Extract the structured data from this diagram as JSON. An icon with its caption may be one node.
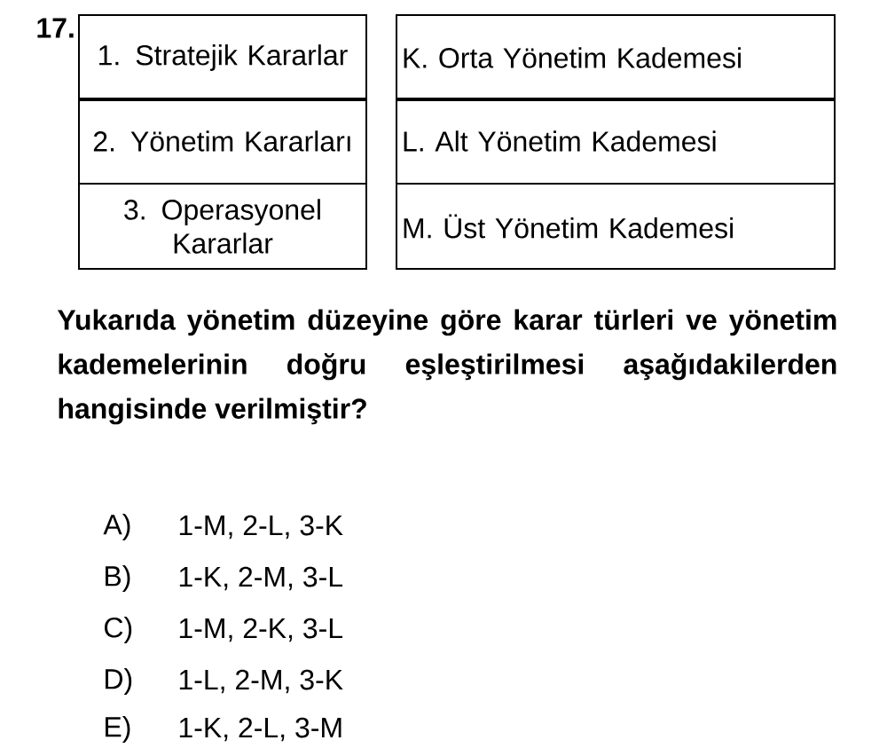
{
  "diagram": {
    "nodes": [
      {
        "text": [
          "1. Stratejik Kararlar"
        ]
      },
      {
        "text": [
          "2. Yönetim Kararları"
        ]
      },
      {
        "text": [
          "3. Operasyonel Kararlar"
        ]
      },
      {
        "text": [
          "K. Orta Yönetim Kademesi"
        ]
      },
      {
        "text": [
          "L. Alt Yönetim Kademesi"
        ]
      },
      {
        "text": [
          "M. Üst Yönetim Kademesi"
        ]
      }
    ],
    "labels": [
      "17.",
      "Yukarıda yönetim düzeyine göre karar türleri ve yönetim kademelerinin doğru eşleştirilmesi aşağıdakilerden hangisinde verilmiştir?",
      "A)",
      "1-M, 2-L, 3-K",
      "B)",
      "1-K, 2-M, 3-L",
      "C)",
      "1-M, 2-K, 3-L",
      "D)",
      "1-L, 2-M, 3-K",
      "E)",
      "1-K, 2-L, 3-M"
    ]
  }
}
